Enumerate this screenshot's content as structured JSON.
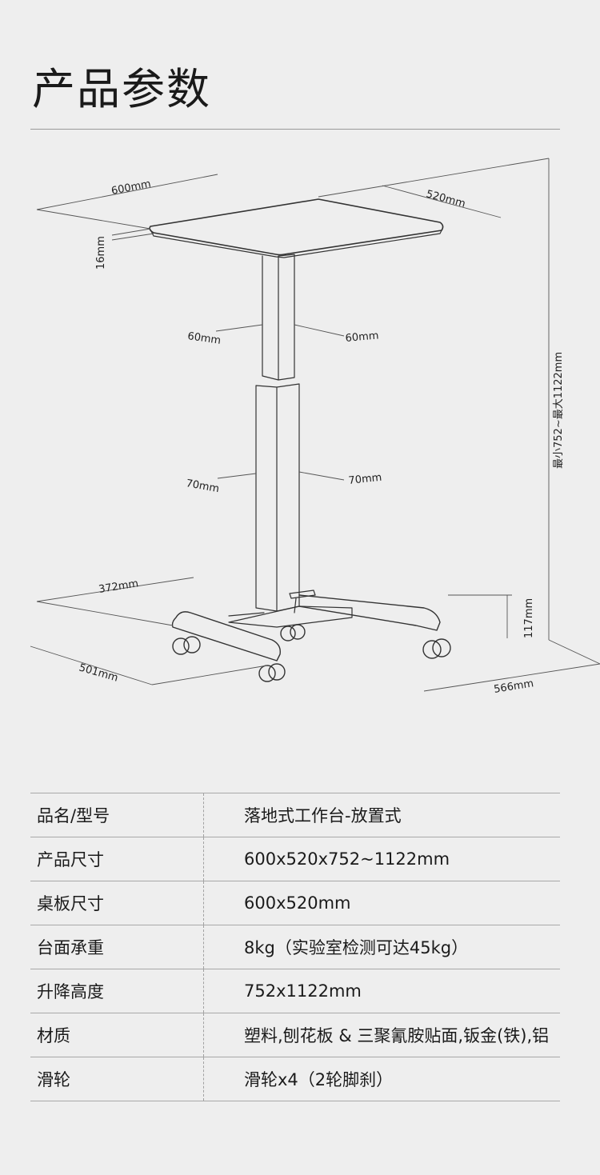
{
  "title": "产品参数",
  "dimensions": {
    "top_width": "600mm",
    "top_depth": "520mm",
    "top_thickness": "16mm",
    "column_left": "60mm",
    "column_right": "60mm",
    "lower_left": "70mm",
    "lower_right": "70mm",
    "base_left_depth": "372mm",
    "base_front": "501mm",
    "base_width": "566mm",
    "wheel_height": "117mm",
    "height_range": "最小752~最大1122mm"
  },
  "specs": [
    {
      "key": "品名/型号",
      "value": "落地式工作台-放置式"
    },
    {
      "key": "产品尺寸",
      "value": "600x520x752~1122mm"
    },
    {
      "key": "桌板尺寸",
      "value": "600x520mm"
    },
    {
      "key": "台面承重",
      "value": "8kg（实验室检测可达45kg）"
    },
    {
      "key": "升降高度",
      "value": "752x1122mm"
    },
    {
      "key": "材质",
      "value": "塑料,刨花板 & 三聚氰胺贴面,钣金(铁),铝"
    },
    {
      "key": "滑轮",
      "value": "滑轮x4（2轮脚刹）"
    }
  ]
}
